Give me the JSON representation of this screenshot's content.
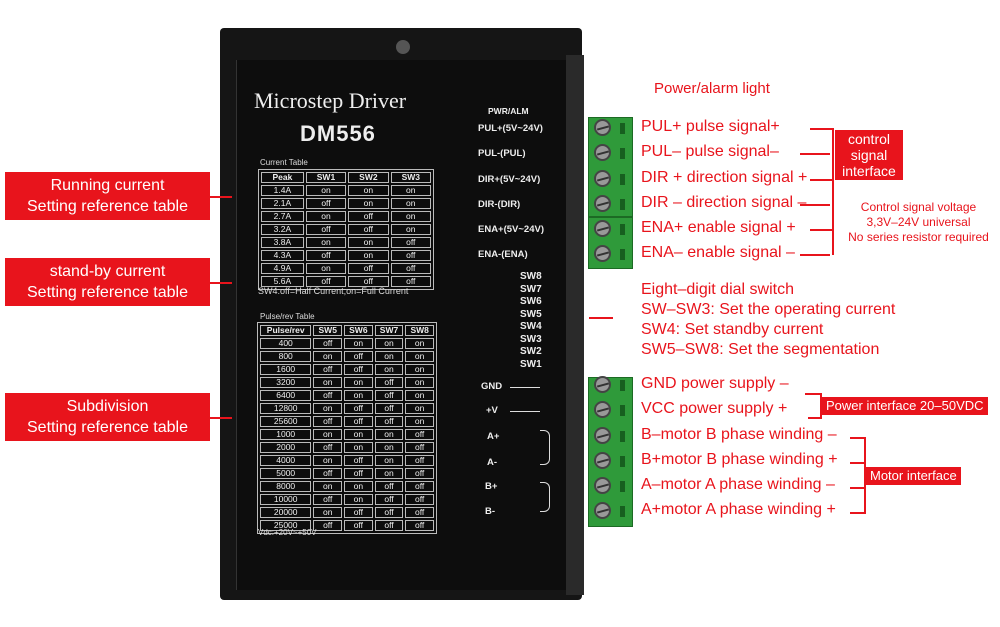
{
  "device": {
    "title": "Microstep Driver",
    "model": "DM556",
    "vdc": "Vdc:+20V~+50V",
    "pwr_alm": "PWR/ALM",
    "signal_labels": [
      "PUL+(5V~24V)",
      "PUL-(PUL)",
      "DIR+(5V~24V)",
      "DIR-(DIR)",
      "ENA+(5V~24V)",
      "ENA-(ENA)"
    ],
    "switch_labels": [
      "SW8",
      "SW7",
      "SW6",
      "SW5",
      "SW4",
      "SW3",
      "SW2",
      "SW1"
    ],
    "power_labels": [
      "GND",
      "+V"
    ],
    "motor_labels": [
      "A+",
      "A-",
      "B+",
      "B-"
    ]
  },
  "current_table": {
    "caption": "Current Table",
    "headers": [
      "Peak",
      "SW1",
      "SW2",
      "SW3"
    ],
    "rows": [
      [
        "1.4A",
        "on",
        "on",
        "on"
      ],
      [
        "2.1A",
        "off",
        "on",
        "on"
      ],
      [
        "2.7A",
        "on",
        "off",
        "on"
      ],
      [
        "3.2A",
        "off",
        "off",
        "on"
      ],
      [
        "3.8A",
        "on",
        "on",
        "off"
      ],
      [
        "4.3A",
        "off",
        "on",
        "off"
      ],
      [
        "4.9A",
        "on",
        "off",
        "off"
      ],
      [
        "5.6A",
        "off",
        "off",
        "off"
      ]
    ],
    "note": "SW4:off=Half Current;on=Full Current"
  },
  "pulse_table": {
    "caption": "Pulse/rev Table",
    "headers": [
      "Pulse/rev",
      "SW5",
      "SW6",
      "SW7",
      "SW8"
    ],
    "rows": [
      [
        "400",
        "off",
        "on",
        "on",
        "on"
      ],
      [
        "800",
        "on",
        "off",
        "on",
        "on"
      ],
      [
        "1600",
        "off",
        "off",
        "on",
        "on"
      ],
      [
        "3200",
        "on",
        "on",
        "off",
        "on"
      ],
      [
        "6400",
        "off",
        "on",
        "off",
        "on"
      ],
      [
        "12800",
        "on",
        "off",
        "off",
        "on"
      ],
      [
        "25600",
        "off",
        "off",
        "off",
        "on"
      ],
      [
        "1000",
        "on",
        "on",
        "on",
        "off"
      ],
      [
        "2000",
        "off",
        "on",
        "on",
        "off"
      ],
      [
        "4000",
        "on",
        "off",
        "on",
        "off"
      ],
      [
        "5000",
        "off",
        "off",
        "on",
        "off"
      ],
      [
        "8000",
        "on",
        "on",
        "off",
        "off"
      ],
      [
        "10000",
        "off",
        "on",
        "off",
        "off"
      ],
      [
        "20000",
        "on",
        "off",
        "off",
        "off"
      ],
      [
        "25000",
        "off",
        "off",
        "off",
        "off"
      ]
    ]
  },
  "left_labels": [
    {
      "line1": "Running current",
      "line2": "Setting reference table"
    },
    {
      "line1": "stand-by current",
      "line2": "Setting reference table"
    },
    {
      "line1": "Subdivision",
      "line2": "Setting reference table"
    }
  ],
  "right": {
    "power_alarm": "Power/alarm light",
    "signals": [
      "PUL+ pulse signal+",
      "PUL– pulse signal–",
      "DIR + direction signal +",
      "DIR – direction signal –",
      "ENA+ enable signal +",
      "ENA– enable signal –"
    ],
    "control_badge": [
      "control",
      "signal",
      "interface"
    ],
    "control_note": [
      "Control signal voltage",
      "3,3V–24V universal",
      "No series resistor required"
    ],
    "dial": [
      "Eight–digit dial switch",
      "SW–SW3: Set the operating current",
      "SW4: Set standby current",
      "SW5–SW8: Set the segmentation"
    ],
    "power": [
      "GND power supply –",
      "VCC power supply +"
    ],
    "power_badge": "Power interface 20–50VDC",
    "motor": [
      "B–motor B phase winding –",
      "B+motor B phase winding +",
      "A–motor A phase winding –",
      "A+motor A phase winding +"
    ],
    "motor_badge": "Motor interface"
  },
  "colors": {
    "accent": "#e8141c",
    "terminal": "#2f9a3a",
    "device": "#151515"
  }
}
